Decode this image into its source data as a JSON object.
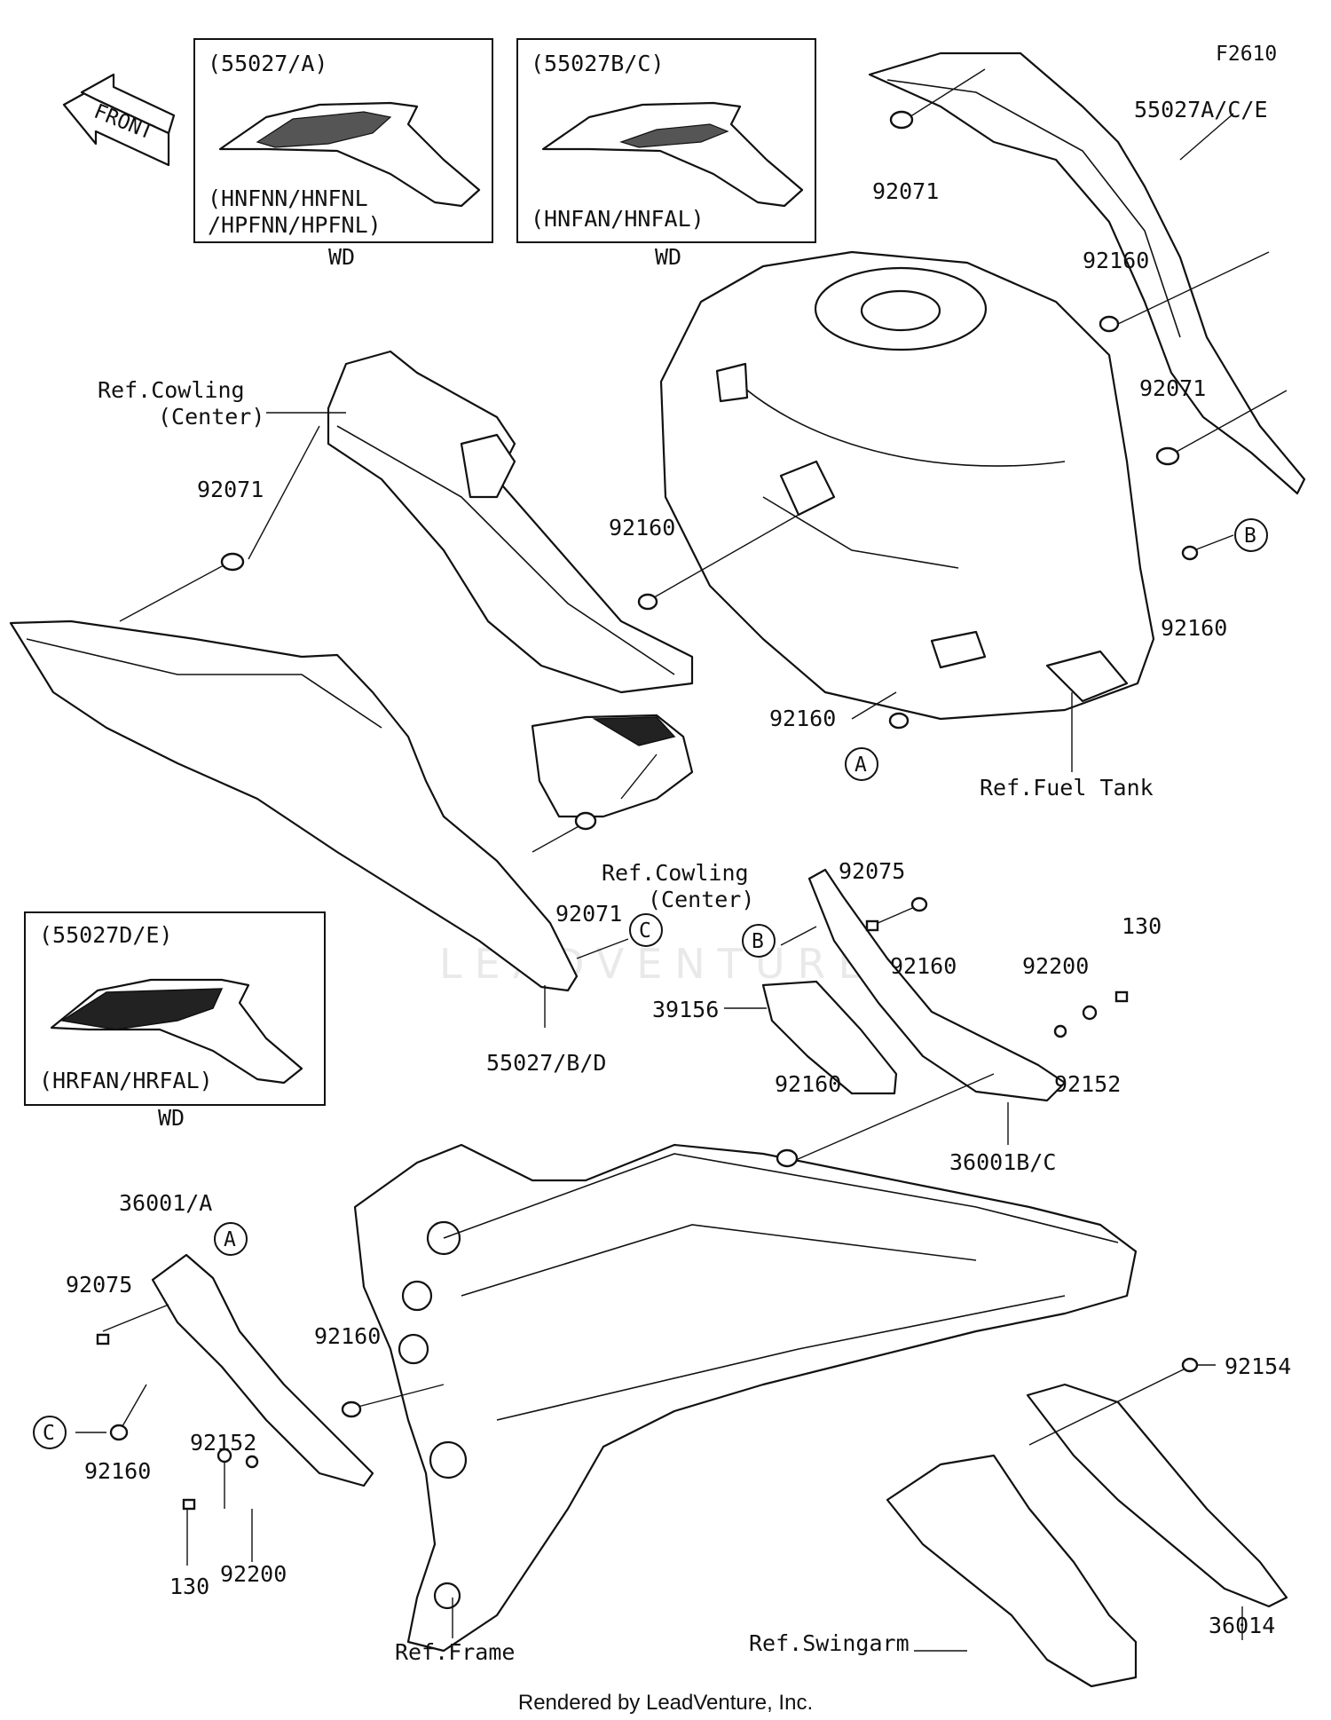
{
  "figure_code": "F2610",
  "front_arrow": {
    "text": "FRONT",
    "icon": "front-direction-arrow-icon"
  },
  "watermark": "LEADVENTURE",
  "footer": "Rendered by LeadVenture, Inc.",
  "variant_boxes": [
    {
      "code": "(55027/A)",
      "models": [
        "(HNFNN/HNFNL",
        "/HPFNN/HPFNL)"
      ],
      "sub": "WD"
    },
    {
      "code": "(55027B/C)",
      "models": [
        "(HNFAN/HNFAL)"
      ],
      "sub": "WD"
    },
    {
      "code": "(55027D/E)",
      "models": [
        "(HRFAN/HRFAL)"
      ],
      "sub": "WD"
    }
  ],
  "callouts": [
    "A",
    "B",
    "C"
  ],
  "labels": {
    "p55027ace": "55027A/C/E",
    "p55027bd": "55027/B/D",
    "p92071": "92071",
    "p92160": "92160",
    "p92075": "92075",
    "p92200": "92200",
    "p92152": "92152",
    "p92154": "92154",
    "p130": "130",
    "p39156": "39156",
    "p36001bc": "36001B/C",
    "p36001a": "36001/A",
    "p36014": "36014",
    "ref_cowling_1": "Ref.Cowling",
    "ref_cowling_2": "(Center)",
    "ref_fuel_tank": "Ref.Fuel Tank",
    "ref_swingarm": "Ref.Swingarm",
    "ref_frame": "Ref.Frame"
  }
}
